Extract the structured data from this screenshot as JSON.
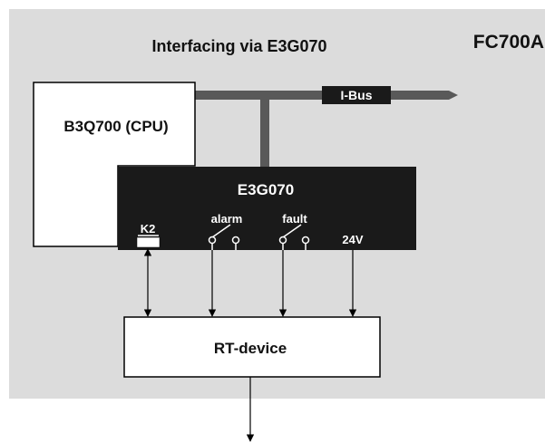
{
  "diagram": {
    "title": "Interfacing via E3G070",
    "model": "FC700A",
    "cpu_label": "B3Q700 (CPU)",
    "bus_label": "I-Bus",
    "module_label": "E3G070",
    "terminals": {
      "k2": "K2",
      "alarm": "alarm",
      "fault": "fault",
      "supply": "24V"
    },
    "device_label": "RT-device"
  },
  "colors": {
    "background_panel": "#dcdcdc",
    "module_fill": "#1a1a1a",
    "bus_fill": "#595959",
    "line": "#000000",
    "text_dark": "#111111",
    "text_light": "#ffffff"
  }
}
